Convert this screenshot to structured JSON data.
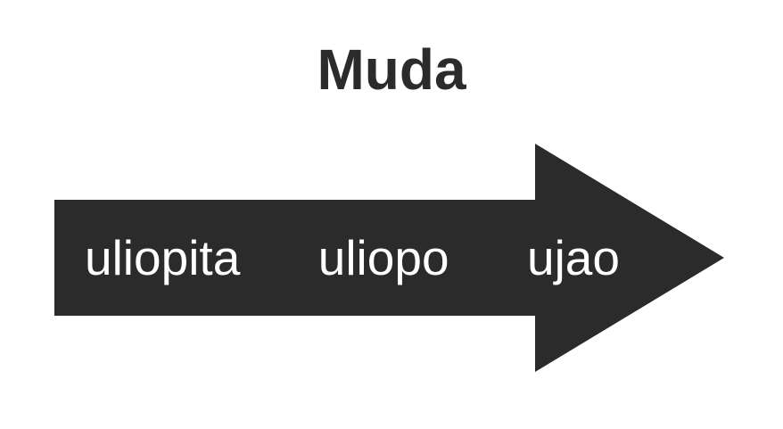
{
  "page": {
    "background_color": "#ffffff"
  },
  "title": {
    "text": "Muda",
    "color": "#2b2b2b"
  },
  "arrow": {
    "direction": "right",
    "color": "#2b2b2b",
    "label_color": "#ffffff",
    "labels": [
      "uliopita",
      "uliopo",
      "ujao"
    ]
  }
}
